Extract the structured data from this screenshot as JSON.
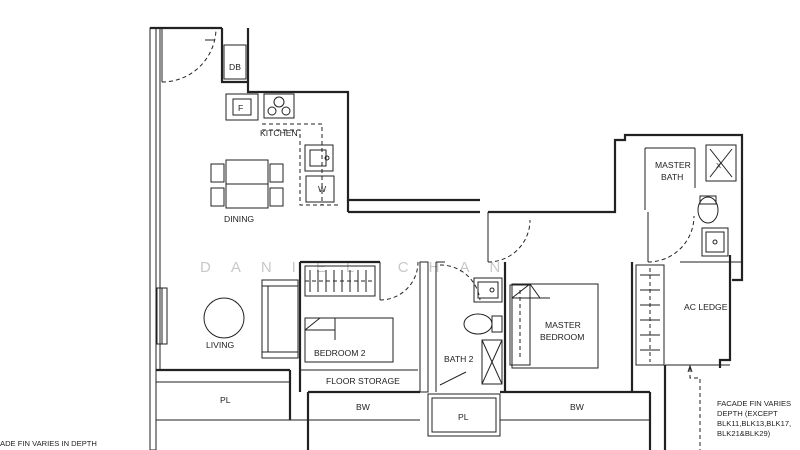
{
  "colors": {
    "line": "#222222",
    "watermark": "#c8c8c8",
    "background": "#ffffff"
  },
  "rooms": {
    "db": "DB",
    "fridge": "F",
    "kitchen": "KITCHEN",
    "washer": "W",
    "dining": "DINING",
    "living": "LIVING",
    "bedroom2": "BEDROOM 2",
    "floor_storage": "FLOOR STORAGE",
    "bath2": "BATH 2",
    "master_bedroom_line1": "MASTER",
    "master_bedroom_line2": "BEDROOM",
    "master_bath_line1": "MASTER",
    "master_bath_line2": "BATH",
    "ac_ledge": "AC LEDGE",
    "pl_left": "PL",
    "pl_center": "PL",
    "bw_left": "BW",
    "bw_right": "BW",
    "shower_mark": "X"
  },
  "notes": {
    "facade_right": [
      "FACADE FIN VARIES",
      "DEPTH (EXCEPT",
      "BLK11,BLK13,BLK17,",
      "BLK21&BLK29)"
    ],
    "facade_left": "ADE FIN VARIES IN DEPTH"
  },
  "watermark": "DANIEL CHAN"
}
